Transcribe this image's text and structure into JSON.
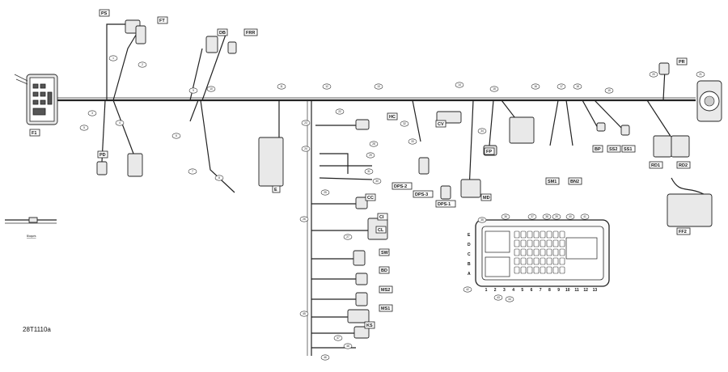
{
  "diagram": {
    "reference": "28T1110a",
    "legend_label": "Bloqués",
    "fuse_box": {
      "rows": [
        "E",
        "D",
        "C",
        "B",
        "A"
      ],
      "columns": [
        "1",
        "2",
        "3",
        "4",
        "5",
        "6",
        "7",
        "8",
        "9",
        "10",
        "11",
        "12",
        "13"
      ]
    },
    "tags": {
      "PS": "PS",
      "FT": "FT",
      "DB": "DB",
      "FRR": "FRR",
      "PR": "PR",
      "F1": "F1",
      "PD": "PD",
      "HC": "HC",
      "CV": "CV",
      "FP": "FP",
      "CI": "CI",
      "DPS2": "DPS-2",
      "DPS3": "DPS-3",
      "DPS1": "DPS-1",
      "MD": "MD",
      "CC": "CC",
      "E": "E",
      "SW": "SW",
      "BD": "BD",
      "MS2": "MS2",
      "MS1": "MS1",
      "KS": "KS",
      "SS1": "SS1",
      "SS2": "SS2",
      "BP": "BP",
      "RD1": "RD1",
      "RD2": "RD2",
      "FF2": "FF2",
      "SM1": "SM1",
      "BN2": "BN2",
      "CL": "CL"
    },
    "part_numbers": [
      "1",
      "2",
      "3",
      "4",
      "5",
      "6",
      "7",
      "8",
      "9",
      "10",
      "11",
      "12",
      "13",
      "14",
      "15",
      "16",
      "17",
      "18",
      "19",
      "20",
      "21",
      "22",
      "23",
      "24",
      "25",
      "26",
      "27",
      "28",
      "29",
      "30",
      "31",
      "32",
      "33",
      "34",
      "35",
      "36",
      "37",
      "38",
      "39",
      "40",
      "41",
      "42",
      "43",
      "44",
      "45",
      "46",
      "47",
      "48"
    ]
  }
}
